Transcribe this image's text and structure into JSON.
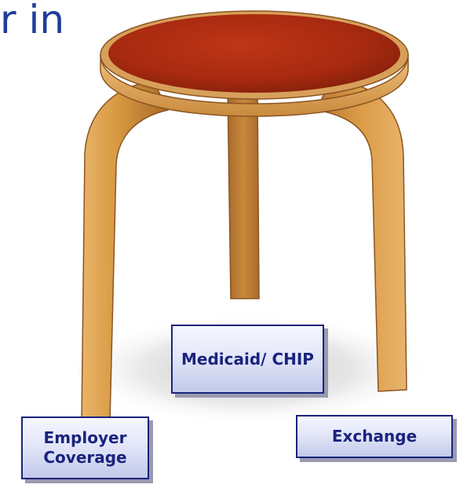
{
  "title_fragment": "r in",
  "labels": {
    "medicaid": "Medicaid/ CHIP",
    "employer": "Employer Coverage",
    "exchange": "Exchange"
  },
  "colors": {
    "title_text": "#1f3d9a",
    "label_text": "#1a237e",
    "seat_top": "#b02a10",
    "wood": "#d89a45"
  },
  "icons": {
    "stool": "three-legged-stool-icon"
  }
}
